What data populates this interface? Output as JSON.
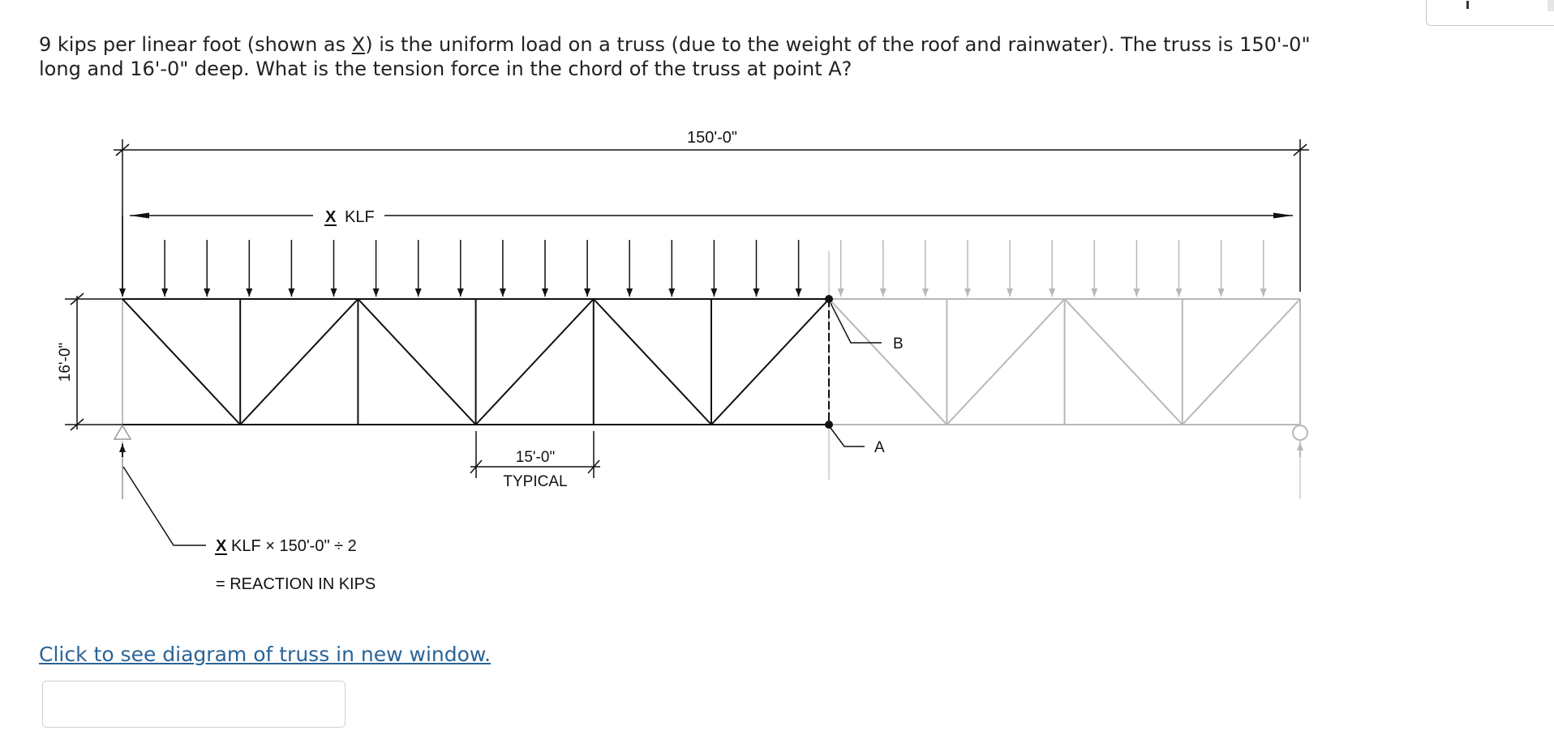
{
  "question": {
    "part1": "9 kips per linear foot (shown as ",
    "x_symbol": "X",
    "part2": ") is the uniform load on a truss (due to the weight of the roof and rainwater). The truss is 150'-0\" long and 16'-0\" deep. What is the tension force in the chord of the truss at point A?"
  },
  "diagram": {
    "span_label": "150'-0\"",
    "depth_label": "16'-0\"",
    "load_symbol": "X",
    "load_unit": "KLF",
    "panel_label": "15'-0\"",
    "panel_note": "TYPICAL",
    "point_a_label": "A",
    "point_b_label": "B",
    "reaction_symbol": "X",
    "reaction_formula": "KLF × 150'-0\" ÷ 2",
    "reaction_note": "= REACTION IN KIPS",
    "colors": {
      "line": "#111111",
      "faded": "#b8b8b8"
    }
  },
  "link": {
    "text": "Click to see diagram of truss in new window."
  },
  "answer": {
    "value": "",
    "placeholder": ""
  }
}
